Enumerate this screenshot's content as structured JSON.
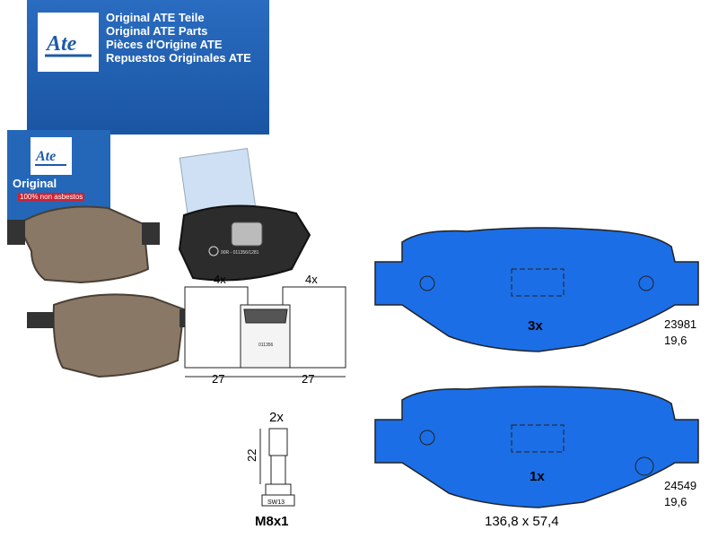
{
  "brand": {
    "logo_text": "Ate",
    "lines": [
      "Original ATE Teile",
      "Original ATE Parts",
      "Pièces d'Origine ATE",
      "Repuestos Originales ATE"
    ],
    "small_box_label": "Original",
    "small_box_tag": "100% non asbestos"
  },
  "pad_photo": {
    "stamp_text": "90R - 011356/1281",
    "clip_text": "011356"
  },
  "fitting_drawing": {
    "count_left": "4x",
    "count_right": "4x",
    "width_left": "27",
    "width_right": "27"
  },
  "bolt": {
    "count": "2x",
    "length": "22",
    "wrench": "SW13",
    "thread": "M8x1"
  },
  "pads": [
    {
      "quantity": "3x",
      "part_number": "23981",
      "thickness": "19,6"
    },
    {
      "quantity": "1x",
      "part_number": "24549",
      "thickness": "19,6"
    }
  ],
  "dimensions": "136,8 x 57,4",
  "colors": {
    "pad_fill": "#1b6ee6",
    "box_blue": "#1d5aa8"
  }
}
